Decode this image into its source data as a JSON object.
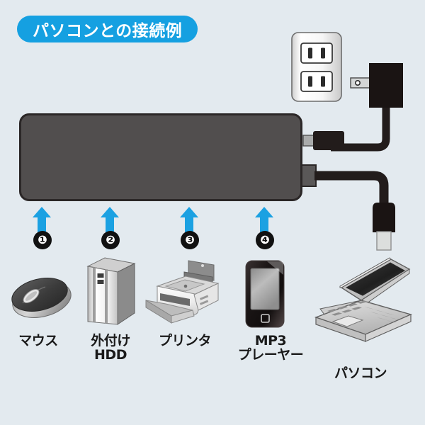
{
  "page": {
    "background_color": "#e3eaef",
    "accent_color": "#15a0e1",
    "ink_color": "#1a1a1a"
  },
  "title": {
    "text": "パソコンとの接続例",
    "badge_color": "#15a0e1",
    "text_color": "#ffffff"
  },
  "hub": {
    "name": "usb-hub",
    "body_color": "#514e4e",
    "outline_color": "#2b2727"
  },
  "power": {
    "outlet_name": "wall-outlet",
    "outlet_plate_color": "#f4f4f4",
    "adapter_name": "ac-adapter",
    "adapter_color": "#1a1413",
    "cable_color": "#221c1b"
  },
  "usb_cable": {
    "name": "usb-cable",
    "cable_color": "#221c1b",
    "connector_tip_color": "#d8dada"
  },
  "ports": [
    {
      "number": "❶",
      "arrow_color": "#1ba1e2"
    },
    {
      "number": "❷",
      "arrow_color": "#1ba1e2"
    },
    {
      "number": "❸",
      "arrow_color": "#1ba1e2"
    },
    {
      "number": "❹",
      "arrow_color": "#1ba1e2"
    }
  ],
  "devices": [
    {
      "id": "mouse",
      "label": "マウス"
    },
    {
      "id": "external-hdd",
      "label": "外付け\nHDD"
    },
    {
      "id": "printer",
      "label": "プリンタ"
    },
    {
      "id": "mp3-player",
      "label": "MP3\nプレーヤー"
    },
    {
      "id": "laptop-pc",
      "label": "パソコン"
    }
  ]
}
